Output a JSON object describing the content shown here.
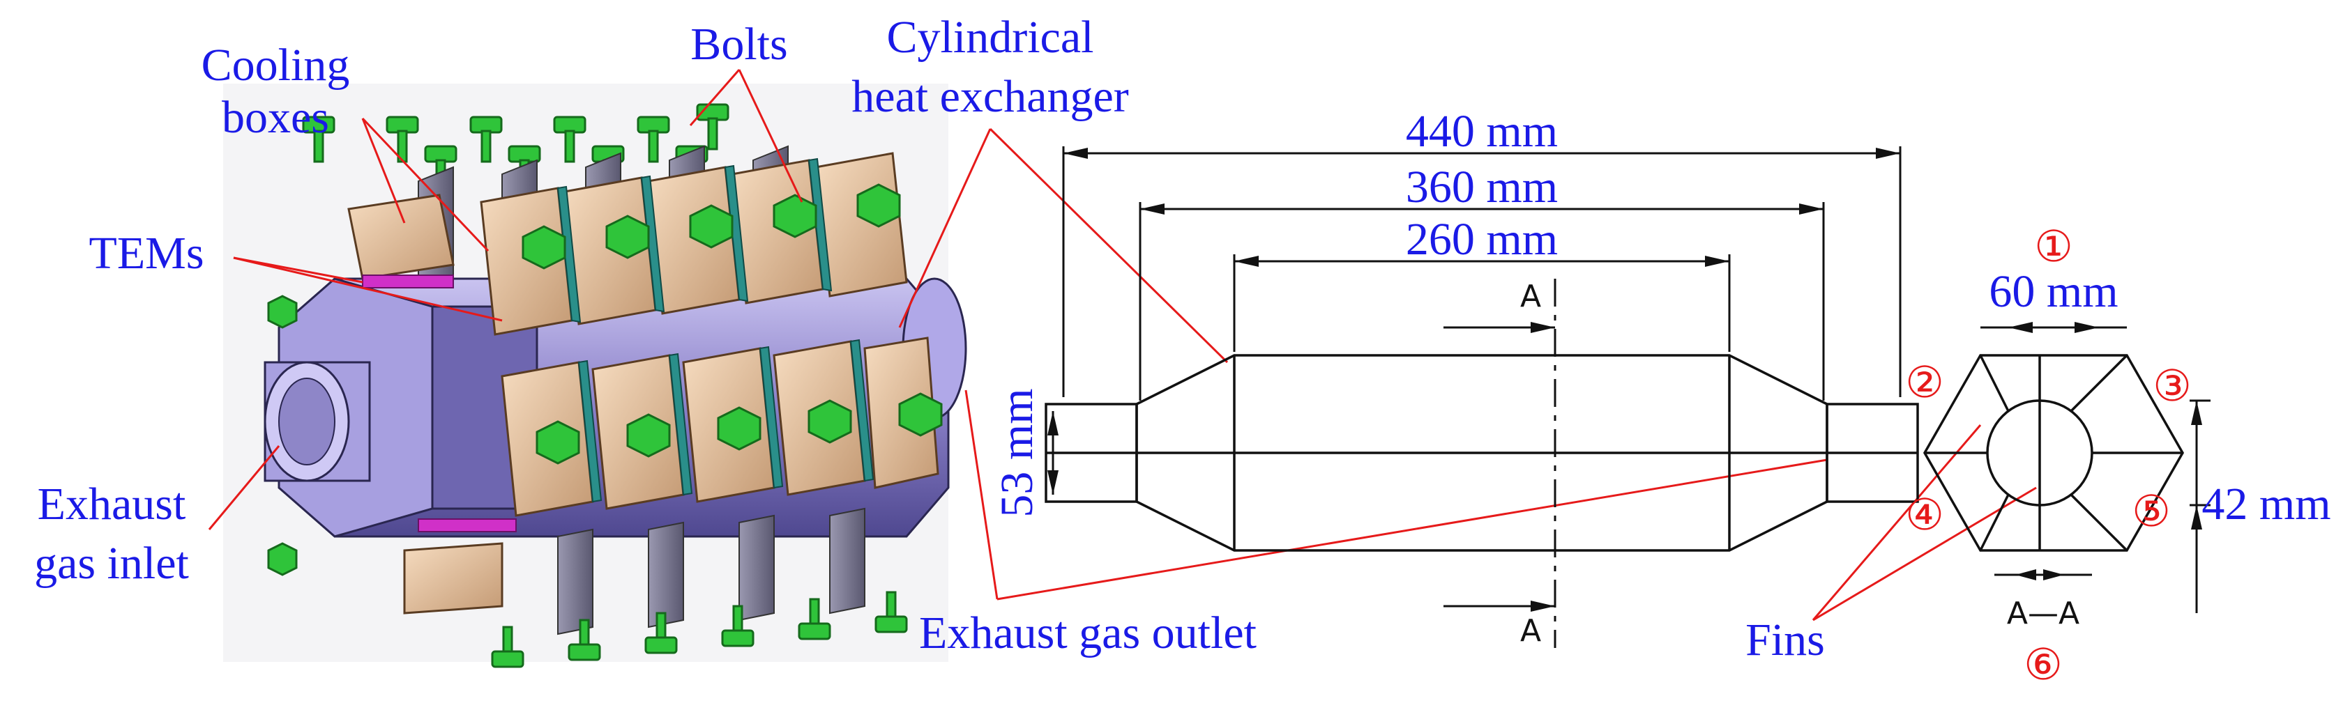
{
  "labels": {
    "cooling_line1": "Cooling",
    "cooling_line2": "boxes",
    "bolts": "Bolts",
    "cyl_line1": "Cylindrical",
    "cyl_line2": "heat exchanger",
    "tems": "TEMs",
    "inlet_line1": "Exhaust",
    "inlet_line2": "gas inlet",
    "outlet": "Exhaust gas outlet",
    "fins": "Fins"
  },
  "dimensions": {
    "d440": "440 mm",
    "d360": "360 mm",
    "d260": "260 mm",
    "d53": "53 mm",
    "d60": "60 mm",
    "d42": "42 mm"
  },
  "section": {
    "a_top": "A",
    "a_bottom": "A",
    "aa": "A—A"
  },
  "faces": {
    "f1": "①",
    "f2": "②",
    "f3": "③",
    "f4": "④",
    "f5": "⑤",
    "f6": "⑥"
  },
  "colors": {
    "label_blue": "#1a1ae6",
    "number_red": "#e61a1a",
    "shell_purple": "#8a80c8",
    "box_tan": "#e8c9a8",
    "bolt_green": "#2fc43a",
    "tem_teal": "#2a8f8a",
    "tem_magenta": "#d030c8"
  }
}
